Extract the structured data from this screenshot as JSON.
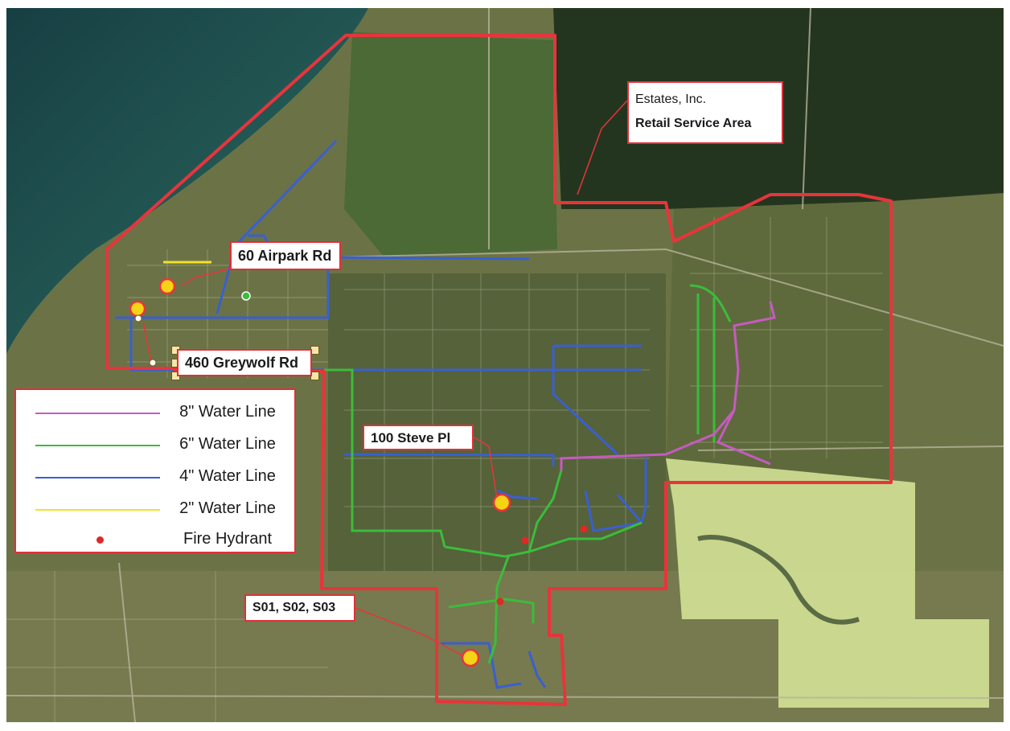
{
  "map": {
    "callouts": {
      "estates_line1": "Estates, Inc.",
      "estates_line2": "Retail Service Area",
      "airpark": "60 Airpark Rd",
      "greywolf": "460 Greywolf Rd",
      "steve": "100 Steve Pl",
      "wells": "S01, S02, S03"
    },
    "legend": [
      {
        "label": "8\" Water Line",
        "color": "#c55bc0",
        "kind": "line"
      },
      {
        "label": "6\" Water Line",
        "color": "#3cbc3c",
        "kind": "line"
      },
      {
        "label": "4\" Water Line",
        "color": "#3a5fd0",
        "kind": "line"
      },
      {
        "label": "2\" Water Line",
        "color": "#f2e22a",
        "kind": "line"
      },
      {
        "label": "Fire Hydrant",
        "color": "#e02828",
        "kind": "dot"
      }
    ],
    "colors": {
      "service_area_boundary": "#e8343c",
      "water_8in": "#c55bc0",
      "water_6in": "#3cbc3c",
      "water_4in": "#3a5fd0",
      "water_2in": "#f2e22a",
      "hydrant": "#e02828",
      "site_marker": "#f5d315",
      "water_body": "#1f5a56",
      "golf_area": "#d9e79a"
    }
  }
}
